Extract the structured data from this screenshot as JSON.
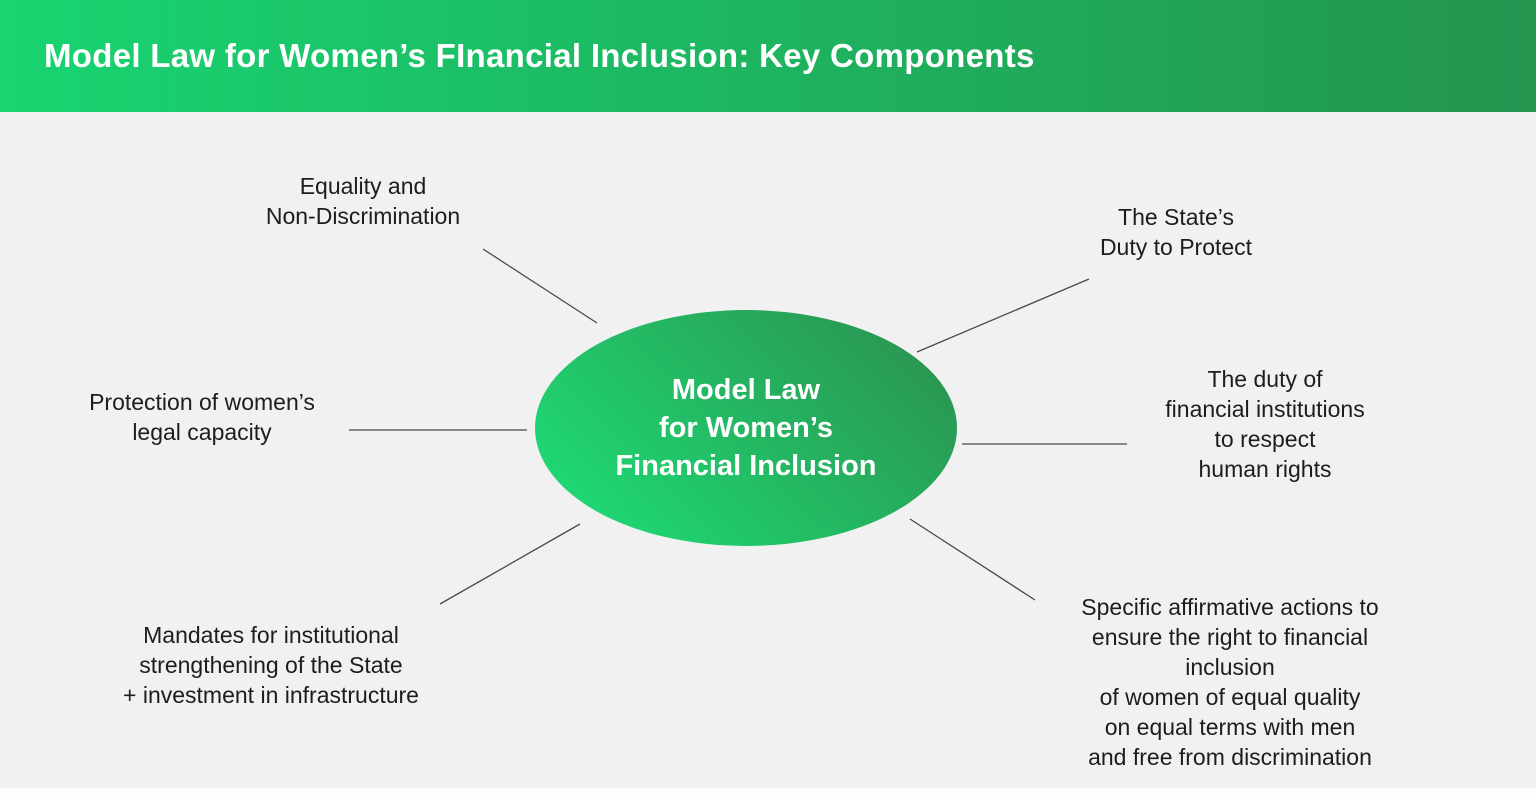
{
  "header": {
    "title": "Model Law for Women’s FInancial Inclusion: Key Components"
  },
  "center": {
    "text": "Model Law\nfor Women’s\nFinancial Inclusion"
  },
  "nodes": [
    {
      "id": "equality-non-discrimination",
      "text": "Equality and\nNon-Discrimination"
    },
    {
      "id": "protection-legal-capacity",
      "text": "Protection of women’s\nlegal capacity"
    },
    {
      "id": "mandates-institutional-strengthening",
      "text": "Mandates for institutional\nstrengthening of the State\n+ investment in infrastructure"
    },
    {
      "id": "states-duty-to-protect",
      "text": "The State’s\nDuty to Protect"
    },
    {
      "id": "duty-financial-institutions",
      "text": "The duty of\nfinancial institutions\nto respect\nhuman rights"
    },
    {
      "id": "specific-affirmative-actions",
      "text": "Specific affirmative actions to\nensure the right to financial inclusion\nof women of equal quality\non equal terms with men\nand free from discrimination"
    }
  ],
  "colors": {
    "header_gradient_start": "#18d471",
    "header_gradient_end": "#24944f",
    "ellipse_gradient_start": "#1edb74",
    "ellipse_gradient_end": "#2b9150",
    "background": "#f1f1f2",
    "label_text": "#1d1d1d",
    "title_text": "#ffffff",
    "connector_line": "#4a4a4a"
  }
}
